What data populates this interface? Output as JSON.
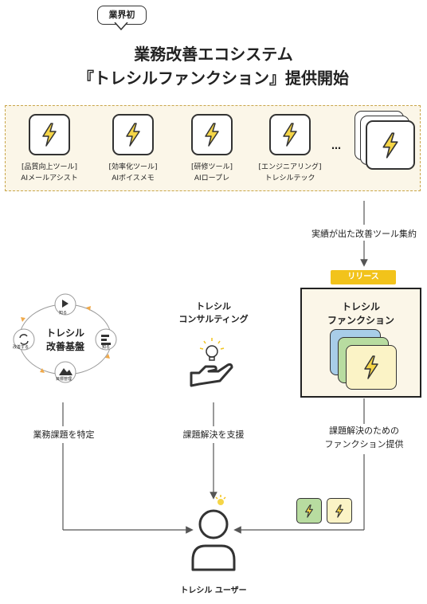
{
  "header": {
    "badge": "業界初",
    "title_line1": "業務改善エコシステム",
    "title_line2": "『トレシルファンクション』提供開始"
  },
  "tools": [
    {
      "category": "[品質向上ツール]",
      "name": "AIメールアシスト"
    },
    {
      "category": "[効率化ツール]",
      "name": "AIボイスメモ"
    },
    {
      "category": "[研修ツール]",
      "name": "AIロープレ"
    },
    {
      "category": "[エンジニアリング]",
      "name": "トレシルテック"
    }
  ],
  "tools_more": "…",
  "arrow_labels": {
    "aggregate": "実績が出た改善ツール集約",
    "identify": "業務課題を特定",
    "support": "課題解決を支援",
    "provide_line1": "課題解決のための",
    "provide_line2": "ファンクション提供"
  },
  "release_badge": "リリース",
  "function_box": {
    "line1": "トレシル",
    "line2": "ファンクション"
  },
  "kaizen": {
    "line1": "トレシル",
    "line2": "改善基盤",
    "nodes": [
      "知る",
      "知る",
      "目標管理",
      "改善する"
    ]
  },
  "consulting": {
    "line1": "トレシル",
    "line2": "コンサルティング"
  },
  "user_label": "トレシル ユーザー",
  "colors": {
    "accent": "#f2c31b",
    "bolt": "#f5d547",
    "line": "#555555",
    "green": "#b8dca0",
    "blue": "#a8cde8",
    "cream": "#fbf6e8"
  }
}
